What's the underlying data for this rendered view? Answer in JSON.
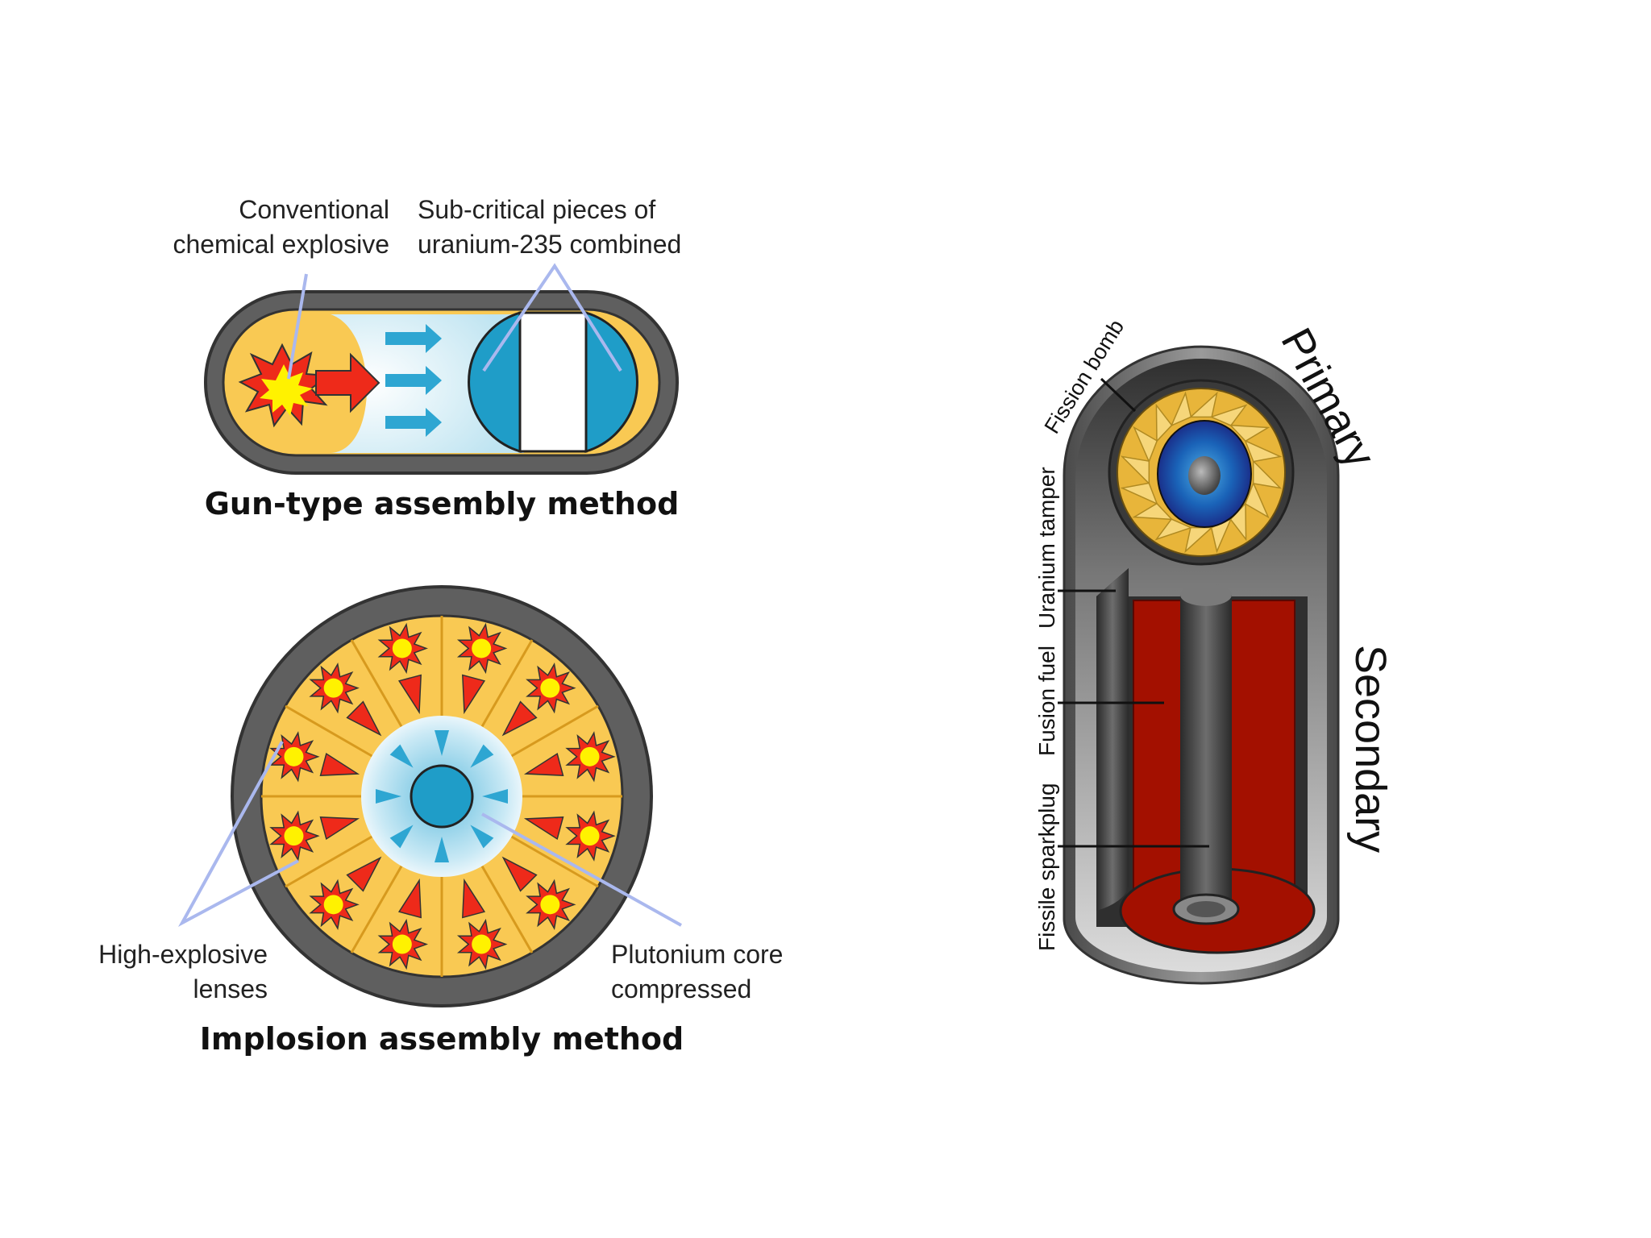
{
  "gun_type": {
    "label_explosive_line1": "Conventional",
    "label_explosive_line2": "chemical explosive",
    "label_pieces_line1": "Sub-critical pieces of",
    "label_pieces_line2": "uranium-235 combined",
    "caption": "Gun-type assembly method"
  },
  "implosion": {
    "label_lenses_line1": "High-explosive",
    "label_lenses_line2": "lenses",
    "label_core_line1": "Plutonium core",
    "label_core_line2": "compressed",
    "caption": "Implosion assembly method"
  },
  "thermonuclear": {
    "primary": "Primary",
    "secondary": "Secondary",
    "fission_bomb": "Fission bomb",
    "uranium_tamper": "Uranium tamper",
    "fusion_fuel": "Fusion fuel",
    "fissile_sparkplug": "Fissile sparkplug"
  },
  "colors": {
    "casing": "#5f5f5f",
    "explosive_yellow": "#f9c953",
    "blast_red": "#ee2a1a",
    "blast_yellow": "#fff200",
    "uranium_blue": "#1f9dc8",
    "fusion_red": "#a31000",
    "primary_gold": "#e8b53a"
  }
}
